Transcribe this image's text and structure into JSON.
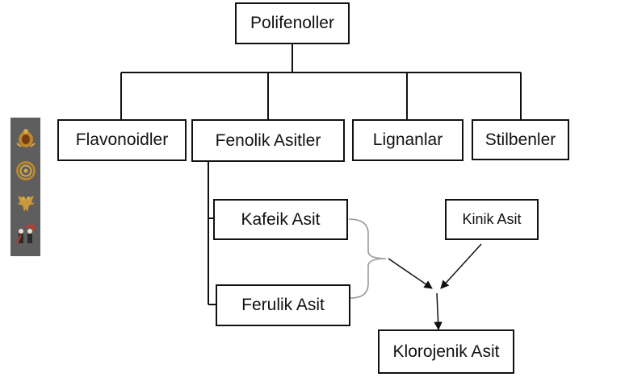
{
  "diagram": {
    "root": "Polifenoller",
    "categories": [
      "Flavonoidler",
      "Fenolik Asitler",
      "Lignanlar",
      "Stilbenler"
    ],
    "phenolic_acids": [
      "Kafeik Asit",
      "Ferulik Asit"
    ],
    "reactant": "Kinik Asit",
    "product": "Klorojenik Asit"
  },
  "side_panel": {
    "emblems": [
      "ottoman-coat-of-arms-icon",
      "seal-medallion-icon",
      "double-headed-eagle-icon",
      "cavalry-figures-icon"
    ],
    "background": "#5e5e5e"
  },
  "colors": {
    "line": "#111111",
    "box_border": "#111111",
    "bracket": "#9a9a9a"
  }
}
